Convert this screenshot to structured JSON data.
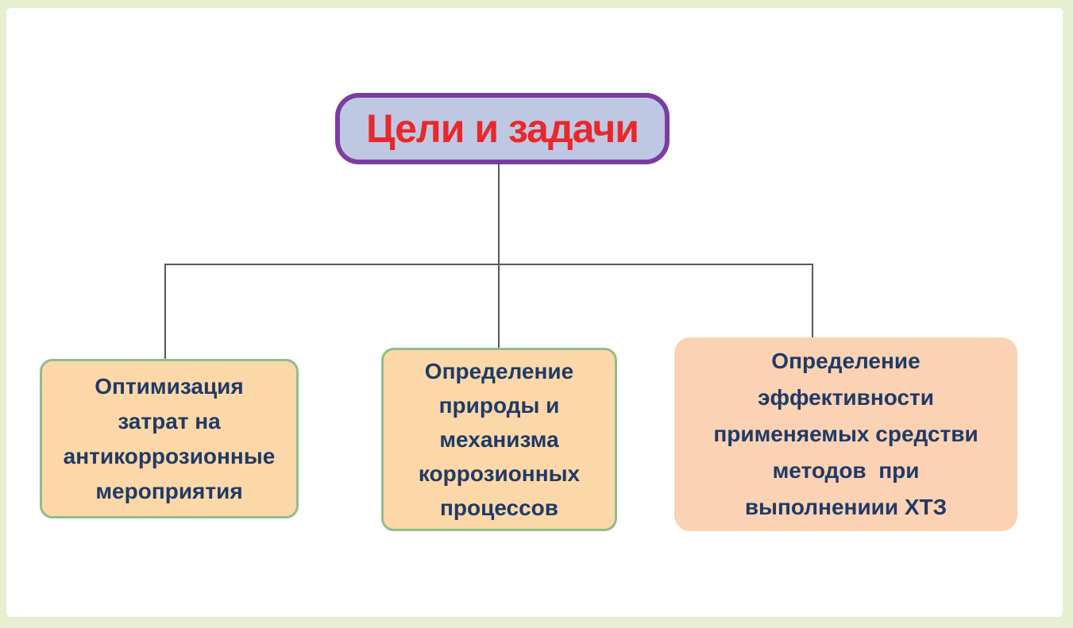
{
  "page": {
    "background_color": "#e7efd1",
    "surface_color": "#ffffff"
  },
  "diagram": {
    "connector_color": "#595959",
    "root": {
      "label": "Цели и задачи",
      "text_color": "#e8282c",
      "fill": "#bfc8e2",
      "border_color": "#7b3da0"
    },
    "children": [
      {
        "lines": [
          "Оптимизация",
          "затрат на",
          "антикоррозионные",
          "мероприятия"
        ],
        "fill": "#fcd8a8",
        "border_color": "#8fbe8b",
        "text_color": "#203a66"
      },
      {
        "lines": [
          "Определение",
          "природы и",
          "механизма",
          "коррозионных",
          "процессов"
        ],
        "fill": "#fcd8a8",
        "border_color": "#8fbe8b",
        "text_color": "#203a66"
      },
      {
        "lines": [
          "Определение",
          "эффективности",
          "применяемых средстви",
          "методов  при",
          "выполнениии ХТЗ"
        ],
        "fill": "#fbd2b3",
        "border_color": "",
        "text_color": "#203a66"
      }
    ]
  }
}
